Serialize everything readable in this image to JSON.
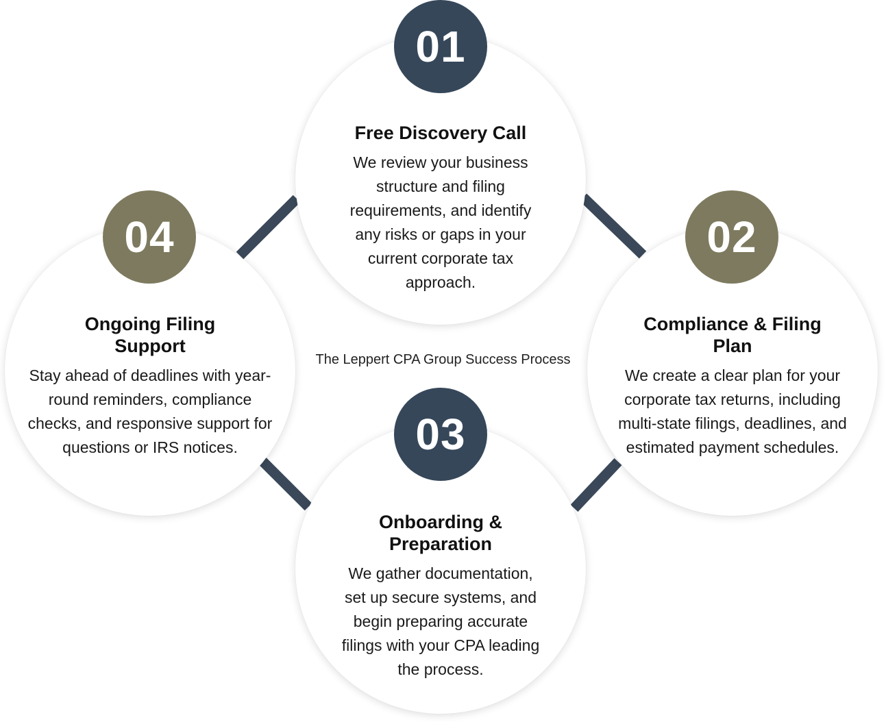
{
  "title": "The Leppert CPA Group Success Process",
  "colors": {
    "navy": "#36475a",
    "olive": "#7e7a5f",
    "connector": "#3a4859"
  },
  "steps": [
    {
      "number": "01",
      "title": "Free Discovery Call",
      "description": "We review your business structure and filing requirements, and identify any risks or gaps in your current corporate tax approach."
    },
    {
      "number": "02",
      "title": "Compliance & Filing Plan",
      "description": "We create a clear plan for your corporate tax returns, including multi-state filings, deadlines, and estimated payment schedules."
    },
    {
      "number": "03",
      "title": "Onboarding & Preparation",
      "description": "We gather documentation, set up secure systems, and begin preparing accurate filings with your CPA leading the process."
    },
    {
      "number": "04",
      "title": "Ongoing Filing Support",
      "description": "Stay ahead of deadlines with year-round reminders, compliance checks, and responsive support for questions or IRS notices."
    }
  ]
}
